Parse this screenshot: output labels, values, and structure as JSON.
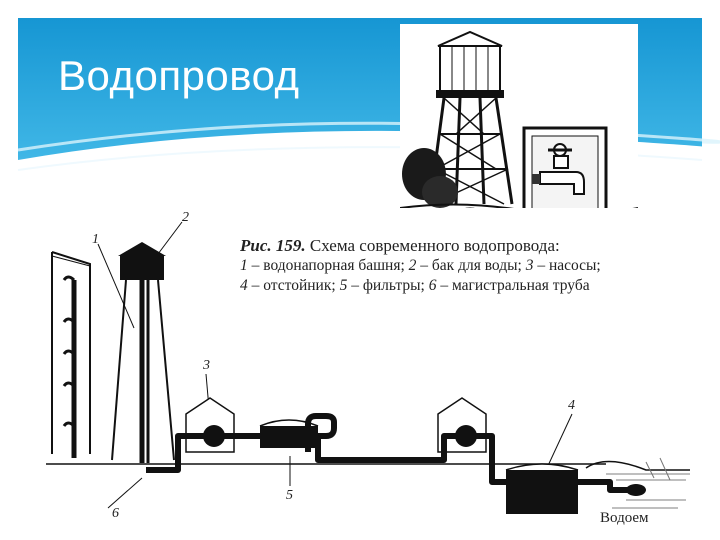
{
  "slide": {
    "title": "Водопровод"
  },
  "figure": {
    "caption_ref": "Рис. 159.",
    "caption_title": " Схема современного водопровода:",
    "legend": [
      {
        "n": "1",
        "text": " – водонапорная башня; "
      },
      {
        "n": "2",
        "text": " – бак для воды; "
      },
      {
        "n": "3",
        "text": " – насосы;"
      },
      {
        "n": "4",
        "text": " – отстойник; "
      },
      {
        "n": "5",
        "text": " – фильтры; "
      },
      {
        "n": "6",
        "text": " – магистральная труба"
      }
    ],
    "labels": {
      "n1": "1",
      "n2": "2",
      "n3": "3",
      "n4": "4",
      "n5": "5",
      "n6": "6",
      "waterbody": "Водоем"
    }
  },
  "colors": {
    "header_blue": "#1ba0d8",
    "header_light": "#6fcdf0",
    "ink": "#1a1a1a"
  }
}
